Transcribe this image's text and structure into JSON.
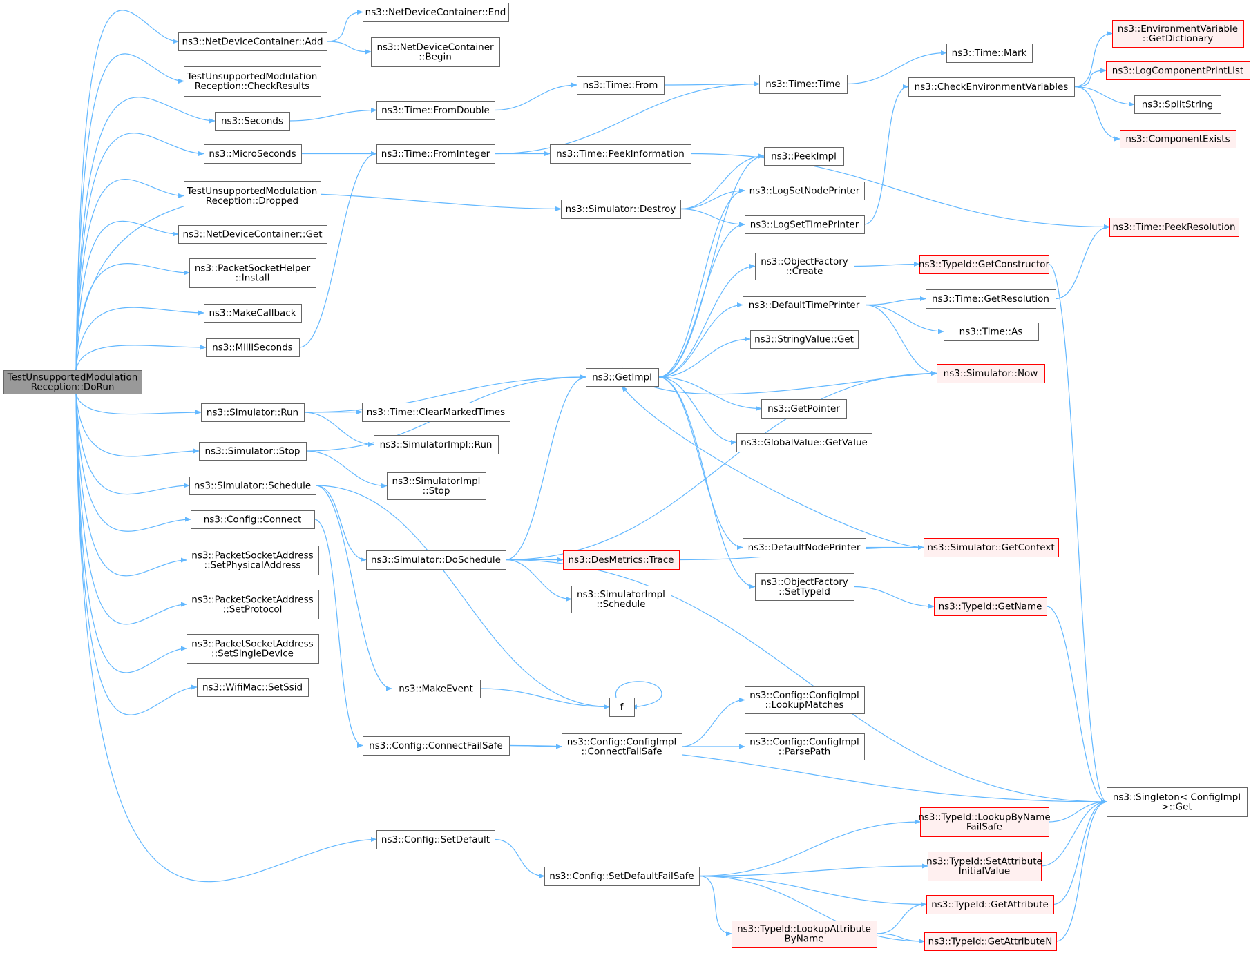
{
  "colors": {
    "edge": "#63b8ff",
    "node_fill": "#ffffff",
    "node_stroke": "#666666",
    "root_fill": "#999999",
    "root_stroke": "#666666",
    "ext_fill": "#fff0f0",
    "ext_stroke": "#ff0000"
  },
  "nodes": [
    {
      "id": "root",
      "lines": [
        "TestUnsupportedModulation",
        "Reception::DoRun"
      ],
      "style": "root"
    },
    {
      "id": "ndc_add",
      "lines": [
        "ns3::NetDeviceContainer::Add"
      ],
      "style": "normal"
    },
    {
      "id": "ndc_end",
      "lines": [
        "ns3::NetDeviceContainer::End"
      ],
      "style": "normal"
    },
    {
      "id": "ndc_begin",
      "lines": [
        "ns3::NetDeviceContainer",
        "::Begin"
      ],
      "style": "normal"
    },
    {
      "id": "check_results",
      "lines": [
        "TestUnsupportedModulation",
        "Reception::CheckResults"
      ],
      "style": "normal"
    },
    {
      "id": "seconds",
      "lines": [
        "ns3::Seconds"
      ],
      "style": "normal"
    },
    {
      "id": "microseconds",
      "lines": [
        "ns3::MicroSeconds"
      ],
      "style": "normal"
    },
    {
      "id": "dropped",
      "lines": [
        "TestUnsupportedModulation",
        "Reception::Dropped"
      ],
      "style": "normal"
    },
    {
      "id": "ndc_get",
      "lines": [
        "ns3::NetDeviceContainer::Get"
      ],
      "style": "normal"
    },
    {
      "id": "psh_install",
      "lines": [
        "ns3::PacketSocketHelper",
        "::Install"
      ],
      "style": "normal"
    },
    {
      "id": "make_callback",
      "lines": [
        "ns3::MakeCallback"
      ],
      "style": "normal"
    },
    {
      "id": "milliseconds",
      "lines": [
        "ns3::MilliSeconds"
      ],
      "style": "normal"
    },
    {
      "id": "sim_run",
      "lines": [
        "ns3::Simulator::Run"
      ],
      "style": "normal"
    },
    {
      "id": "sim_stop",
      "lines": [
        "ns3::Simulator::Stop"
      ],
      "style": "normal"
    },
    {
      "id": "sim_schedule",
      "lines": [
        "ns3::Simulator::Schedule"
      ],
      "style": "normal"
    },
    {
      "id": "config_connect",
      "lines": [
        "ns3::Config::Connect"
      ],
      "style": "normal"
    },
    {
      "id": "psa_setphys",
      "lines": [
        "ns3::PacketSocketAddress",
        "::SetPhysicalAddress"
      ],
      "style": "normal"
    },
    {
      "id": "psa_setproto",
      "lines": [
        "ns3::PacketSocketAddress",
        "::SetProtocol"
      ],
      "style": "normal"
    },
    {
      "id": "psa_setsingle",
      "lines": [
        "ns3::PacketSocketAddress",
        "::SetSingleDevice"
      ],
      "style": "normal"
    },
    {
      "id": "wifimac_ssid",
      "lines": [
        "ns3::WifiMac::SetSsid"
      ],
      "style": "normal"
    },
    {
      "id": "time_fromdouble",
      "lines": [
        "ns3::Time::FromDouble"
      ],
      "style": "normal"
    },
    {
      "id": "time_frominteger",
      "lines": [
        "ns3::Time::FromInteger"
      ],
      "style": "normal"
    },
    {
      "id": "time_from",
      "lines": [
        "ns3::Time::From"
      ],
      "style": "normal"
    },
    {
      "id": "time_peekinfo",
      "lines": [
        "ns3::Time::PeekInformation"
      ],
      "style": "normal"
    },
    {
      "id": "sim_destroy",
      "lines": [
        "ns3::Simulator::Destroy"
      ],
      "style": "normal"
    },
    {
      "id": "time_time",
      "lines": [
        "ns3::Time::Time"
      ],
      "style": "normal"
    },
    {
      "id": "time_mark",
      "lines": [
        "ns3::Time::Mark"
      ],
      "style": "normal"
    },
    {
      "id": "check_env",
      "lines": [
        "ns3::CheckEnvironmentVariables"
      ],
      "style": "normal"
    },
    {
      "id": "env_getdict",
      "lines": [
        "ns3::EnvironmentVariable",
        "::GetDictionary"
      ],
      "style": "ext"
    },
    {
      "id": "log_printlist",
      "lines": [
        "ns3::LogComponentPrintList"
      ],
      "style": "ext"
    },
    {
      "id": "split_string",
      "lines": [
        "ns3::SplitString"
      ],
      "style": "normal"
    },
    {
      "id": "component_exists",
      "lines": [
        "ns3::ComponentExists"
      ],
      "style": "ext"
    },
    {
      "id": "peek_impl",
      "lines": [
        "ns3::PeekImpl"
      ],
      "style": "normal"
    },
    {
      "id": "log_nodeprinter",
      "lines": [
        "ns3::LogSetNodePrinter"
      ],
      "style": "normal"
    },
    {
      "id": "log_timeprinter",
      "lines": [
        "ns3::LogSetTimePrinter"
      ],
      "style": "normal"
    },
    {
      "id": "time_peekres",
      "lines": [
        "ns3::Time::PeekResolution"
      ],
      "style": "ext"
    },
    {
      "id": "objfactory_create",
      "lines": [
        "ns3::ObjectFactory",
        "::Create"
      ],
      "style": "normal"
    },
    {
      "id": "typeid_getctor",
      "lines": [
        "ns3::TypeId::GetConstructor"
      ],
      "style": "ext"
    },
    {
      "id": "default_timeprinter",
      "lines": [
        "ns3::DefaultTimePrinter"
      ],
      "style": "normal"
    },
    {
      "id": "time_getres",
      "lines": [
        "ns3::Time::GetResolution"
      ],
      "style": "normal"
    },
    {
      "id": "time_as",
      "lines": [
        "ns3::Time::As"
      ],
      "style": "normal"
    },
    {
      "id": "stringvalue_get",
      "lines": [
        "ns3::StringValue::Get"
      ],
      "style": "normal"
    },
    {
      "id": "get_impl",
      "lines": [
        "ns3::GetImpl"
      ],
      "style": "normal"
    },
    {
      "id": "sim_now",
      "lines": [
        "ns3::Simulator::Now"
      ],
      "style": "ext"
    },
    {
      "id": "get_pointer",
      "lines": [
        "ns3::GetPointer"
      ],
      "style": "normal"
    },
    {
      "id": "globalvalue_get",
      "lines": [
        "ns3::GlobalValue::GetValue"
      ],
      "style": "normal"
    },
    {
      "id": "time_clearmarked",
      "lines": [
        "ns3::Time::ClearMarkedTimes"
      ],
      "style": "normal"
    },
    {
      "id": "simimpl_run",
      "lines": [
        "ns3::SimulatorImpl::Run"
      ],
      "style": "normal"
    },
    {
      "id": "simimpl_stop",
      "lines": [
        "ns3::SimulatorImpl",
        "::Stop"
      ],
      "style": "normal"
    },
    {
      "id": "sim_doschedule",
      "lines": [
        "ns3::Simulator::DoSchedule"
      ],
      "style": "normal"
    },
    {
      "id": "desmetrics_trace",
      "lines": [
        "ns3::DesMetrics::Trace"
      ],
      "style": "ext"
    },
    {
      "id": "simimpl_schedule",
      "lines": [
        "ns3::SimulatorImpl",
        "::Schedule"
      ],
      "style": "normal"
    },
    {
      "id": "default_nodeprinter",
      "lines": [
        "ns3::DefaultNodePrinter"
      ],
      "style": "normal"
    },
    {
      "id": "sim_getcontext",
      "lines": [
        "ns3::Simulator::GetContext"
      ],
      "style": "ext"
    },
    {
      "id": "objfactory_settypeid",
      "lines": [
        "ns3::ObjectFactory",
        "::SetTypeId"
      ],
      "style": "normal"
    },
    {
      "id": "typeid_getname",
      "lines": [
        "ns3::TypeId::GetName"
      ],
      "style": "ext"
    },
    {
      "id": "make_event",
      "lines": [
        "ns3::MakeEvent"
      ],
      "style": "normal"
    },
    {
      "id": "f",
      "lines": [
        "f"
      ],
      "style": "normal"
    },
    {
      "id": "configimpl_lookup",
      "lines": [
        "ns3::Config::ConfigImpl",
        "::LookupMatches"
      ],
      "style": "normal"
    },
    {
      "id": "config_connectfailsafe",
      "lines": [
        "ns3::Config::ConnectFailSafe"
      ],
      "style": "normal"
    },
    {
      "id": "configimpl_connectfailsafe",
      "lines": [
        "ns3::Config::ConfigImpl",
        "::ConnectFailSafe"
      ],
      "style": "normal"
    },
    {
      "id": "configimpl_parsepath",
      "lines": [
        "ns3::Config::ConfigImpl",
        "::ParsePath"
      ],
      "style": "normal"
    },
    {
      "id": "singleton_get",
      "lines": [
        "ns3::Singleton< ConfigImpl",
        ">::Get"
      ],
      "style": "normal"
    },
    {
      "id": "config_setdefault",
      "lines": [
        "ns3::Config::SetDefault"
      ],
      "style": "normal"
    },
    {
      "id": "typeid_lookupbyname",
      "lines": [
        "ns3::TypeId::LookupByName",
        "FailSafe"
      ],
      "style": "ext"
    },
    {
      "id": "config_setdefaultfailsafe",
      "lines": [
        "ns3::Config::SetDefaultFailSafe"
      ],
      "style": "normal"
    },
    {
      "id": "typeid_setattr",
      "lines": [
        "ns3::TypeId::SetAttribute",
        "InitialValue"
      ],
      "style": "ext"
    },
    {
      "id": "typeid_getattr",
      "lines": [
        "ns3::TypeId::GetAttribute"
      ],
      "style": "ext"
    },
    {
      "id": "typeid_lookupattr",
      "lines": [
        "ns3::TypeId::LookupAttribute",
        "ByName"
      ],
      "style": "ext"
    },
    {
      "id": "typeid_getattrn",
      "lines": [
        "ns3::TypeId::GetAttributeN"
      ],
      "style": "ext"
    }
  ],
  "edges": [
    [
      "root",
      "ndc_add"
    ],
    [
      "root",
      "check_results"
    ],
    [
      "root",
      "seconds"
    ],
    [
      "root",
      "microseconds"
    ],
    [
      "root",
      "dropped"
    ],
    [
      "root",
      "ndc_get"
    ],
    [
      "root",
      "psh_install"
    ],
    [
      "root",
      "make_callback"
    ],
    [
      "root",
      "milliseconds"
    ],
    [
      "root",
      "sim_destroy"
    ],
    [
      "root",
      "sim_run"
    ],
    [
      "root",
      "sim_stop"
    ],
    [
      "root",
      "sim_schedule"
    ],
    [
      "root",
      "config_connect"
    ],
    [
      "root",
      "psa_setphys"
    ],
    [
      "root",
      "psa_setproto"
    ],
    [
      "root",
      "psa_setsingle"
    ],
    [
      "root",
      "wifimac_ssid"
    ],
    [
      "root",
      "config_setdefault"
    ],
    [
      "ndc_add",
      "ndc_end"
    ],
    [
      "ndc_add",
      "ndc_begin"
    ],
    [
      "seconds",
      "time_fromdouble"
    ],
    [
      "microseconds",
      "time_frominteger"
    ],
    [
      "milliseconds",
      "time_frominteger"
    ],
    [
      "time_fromdouble",
      "time_from"
    ],
    [
      "time_from",
      "time_time"
    ],
    [
      "time_frominteger",
      "time_time"
    ],
    [
      "time_frominteger",
      "time_peekinfo"
    ],
    [
      "time_peekinfo",
      "time_peekres"
    ],
    [
      "time_time",
      "time_mark"
    ],
    [
      "sim_destroy",
      "peek_impl"
    ],
    [
      "sim_destroy",
      "log_nodeprinter"
    ],
    [
      "sim_destroy",
      "log_timeprinter"
    ],
    [
      "log_timeprinter",
      "check_env"
    ],
    [
      "check_env",
      "env_getdict"
    ],
    [
      "check_env",
      "log_printlist"
    ],
    [
      "check_env",
      "split_string"
    ],
    [
      "check_env",
      "component_exists"
    ],
    [
      "get_impl",
      "peek_impl"
    ],
    [
      "get_impl",
      "log_nodeprinter"
    ],
    [
      "get_impl",
      "log_timeprinter"
    ],
    [
      "get_impl",
      "objfactory_create"
    ],
    [
      "get_impl",
      "default_timeprinter"
    ],
    [
      "get_impl",
      "stringvalue_get"
    ],
    [
      "get_impl",
      "get_pointer"
    ],
    [
      "get_impl",
      "globalvalue_get"
    ],
    [
      "get_impl",
      "default_nodeprinter"
    ],
    [
      "get_impl",
      "objfactory_settypeid"
    ],
    [
      "objfactory_create",
      "typeid_getctor"
    ],
    [
      "typeid_getctor",
      "singleton_get"
    ],
    [
      "default_timeprinter",
      "time_getres"
    ],
    [
      "default_timeprinter",
      "time_as"
    ],
    [
      "default_timeprinter",
      "sim_now"
    ],
    [
      "time_getres",
      "time_peekres"
    ],
    [
      "sim_now",
      "get_impl"
    ],
    [
      "default_nodeprinter",
      "sim_getcontext"
    ],
    [
      "sim_getcontext",
      "get_impl"
    ],
    [
      "objfactory_settypeid",
      "typeid_getname"
    ],
    [
      "typeid_getname",
      "singleton_get"
    ],
    [
      "sim_run",
      "get_impl"
    ],
    [
      "sim_run",
      "time_clearmarked"
    ],
    [
      "sim_run",
      "simimpl_run"
    ],
    [
      "sim_stop",
      "simimpl_stop"
    ],
    [
      "sim_stop",
      "get_impl"
    ],
    [
      "sim_schedule",
      "sim_doschedule"
    ],
    [
      "sim_schedule",
      "make_event"
    ],
    [
      "sim_schedule",
      "f"
    ],
    [
      "sim_doschedule",
      "get_impl"
    ],
    [
      "sim_doschedule",
      "sim_now"
    ],
    [
      "sim_doschedule",
      "desmetrics_trace"
    ],
    [
      "sim_doschedule",
      "simimpl_schedule"
    ],
    [
      "sim_doschedule",
      "singleton_get"
    ],
    [
      "desmetrics_trace",
      "sim_getcontext"
    ],
    [
      "make_event",
      "f"
    ],
    [
      "f",
      "f"
    ],
    [
      "config_connect",
      "config_connectfailsafe"
    ],
    [
      "config_connectfailsafe",
      "configimpl_connectfailsafe"
    ],
    [
      "config_connectfailsafe",
      "singleton_get"
    ],
    [
      "configimpl_connectfailsafe",
      "configimpl_lookup"
    ],
    [
      "configimpl_connectfailsafe",
      "configimpl_parsepath"
    ],
    [
      "config_setdefault",
      "config_setdefaultfailsafe"
    ],
    [
      "config_setdefaultfailsafe",
      "typeid_lookupbyname"
    ],
    [
      "config_setdefaultfailsafe",
      "typeid_setattr"
    ],
    [
      "config_setdefaultfailsafe",
      "typeid_getattr"
    ],
    [
      "config_setdefaultfailsafe",
      "typeid_lookupattr"
    ],
    [
      "config_setdefaultfailsafe",
      "typeid_getattrn"
    ],
    [
      "typeid_lookupbyname",
      "singleton_get"
    ],
    [
      "typeid_setattr",
      "singleton_get"
    ],
    [
      "typeid_getattr",
      "singleton_get"
    ],
    [
      "typeid_getattrn",
      "singleton_get"
    ],
    [
      "typeid_lookupattr",
      "typeid_getattr"
    ],
    [
      "typeid_lookupattr",
      "typeid_getattrn"
    ]
  ]
}
